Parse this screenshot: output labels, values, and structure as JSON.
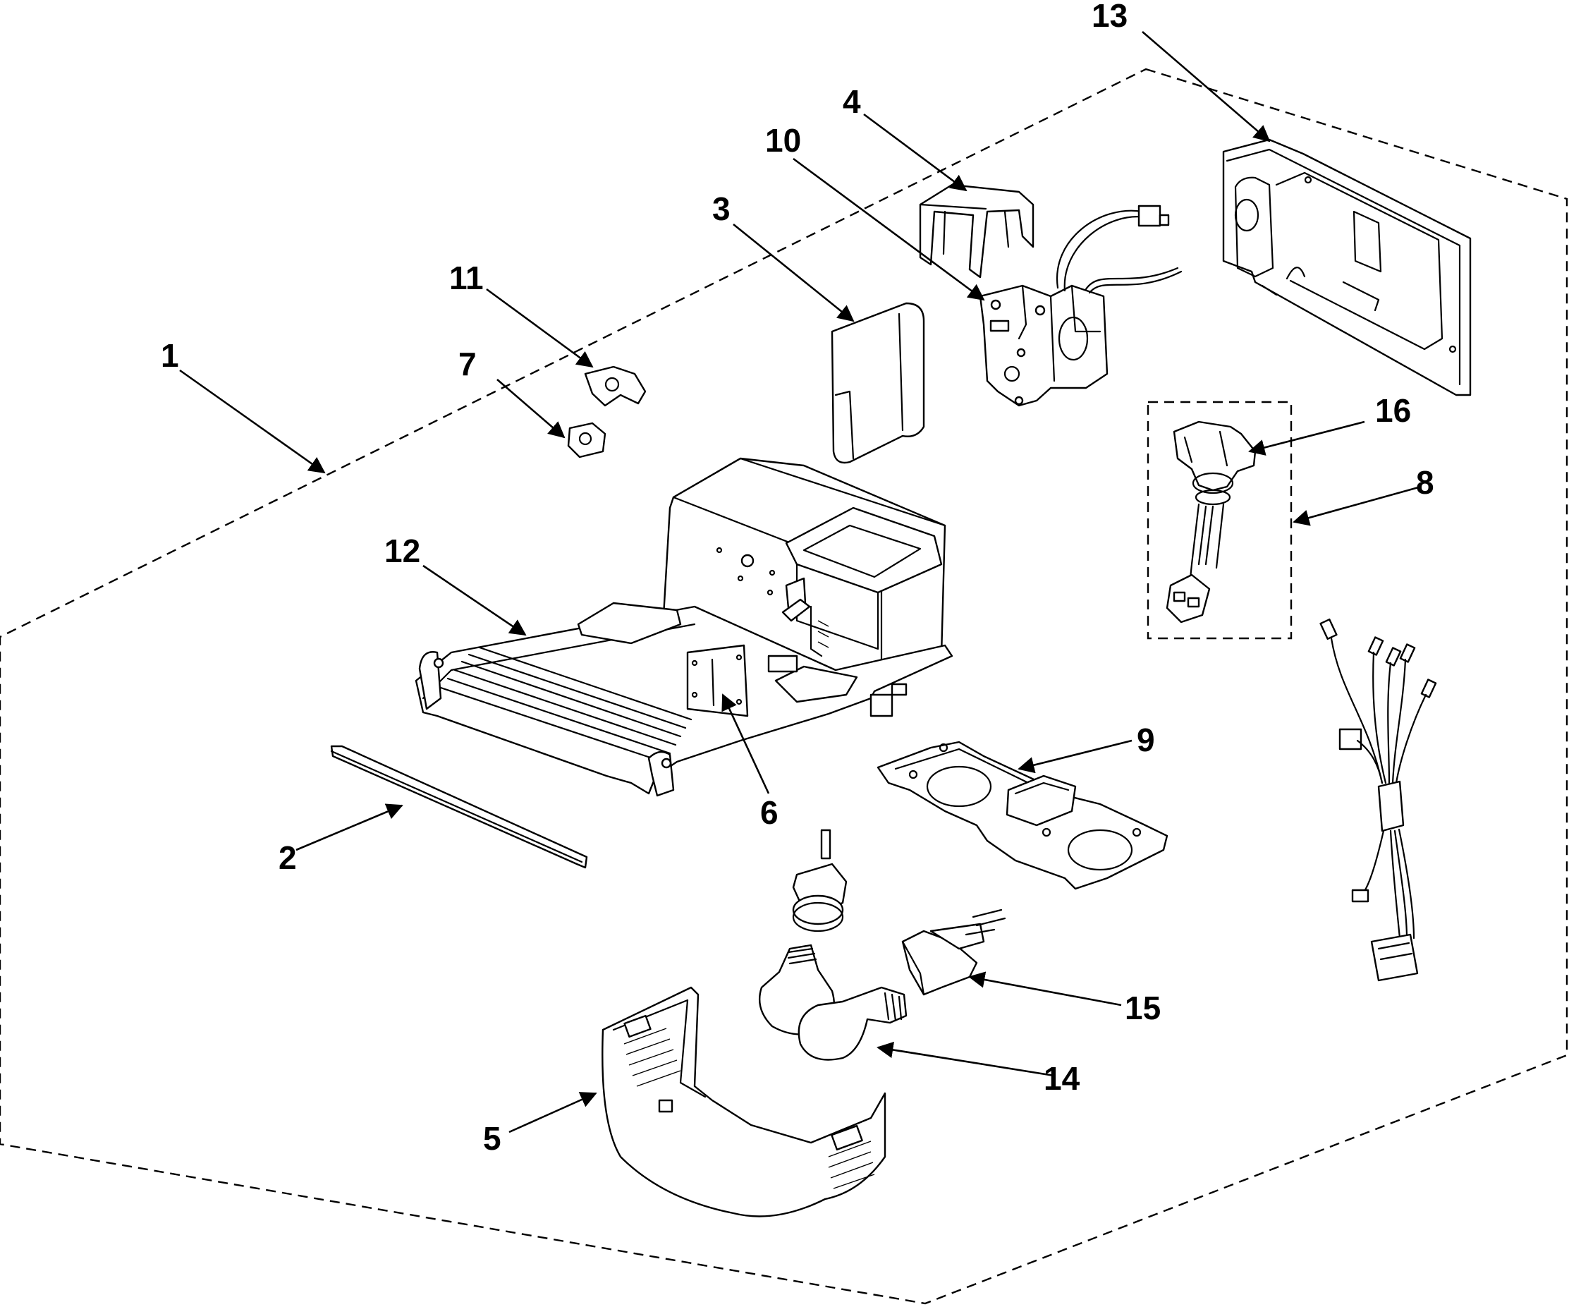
{
  "diagram": {
    "callouts": {
      "c1": "1",
      "c2": "2",
      "c3": "3",
      "c4": "4",
      "c5": "5",
      "c6": "6",
      "c7": "7",
      "c8": "8",
      "c9": "9",
      "c10": "10",
      "c11": "11",
      "c12": "12",
      "c13": "13",
      "c14": "14",
      "c15": "15",
      "c16": "16"
    },
    "colors": {
      "ink": "#000000",
      "paper": "#ffffff"
    }
  }
}
